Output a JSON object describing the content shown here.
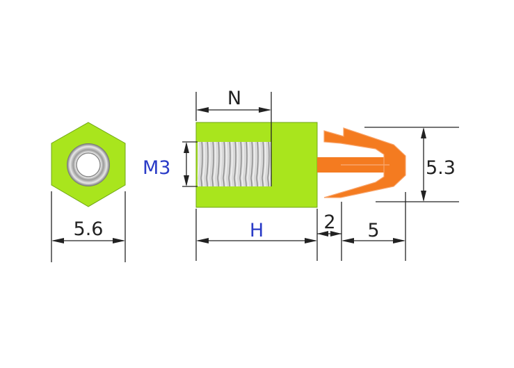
{
  "labels": {
    "width_across_flats": "5.6",
    "thread_length": "N",
    "thread_size": "M3",
    "body_length": "H",
    "gap": "2",
    "clip_length": "5",
    "clip_height": "5.3"
  },
  "colors": {
    "body": "#a9e51d",
    "clip": "#f47b20",
    "highlight_label": "#2a3bc7",
    "dimension": "#222222"
  }
}
